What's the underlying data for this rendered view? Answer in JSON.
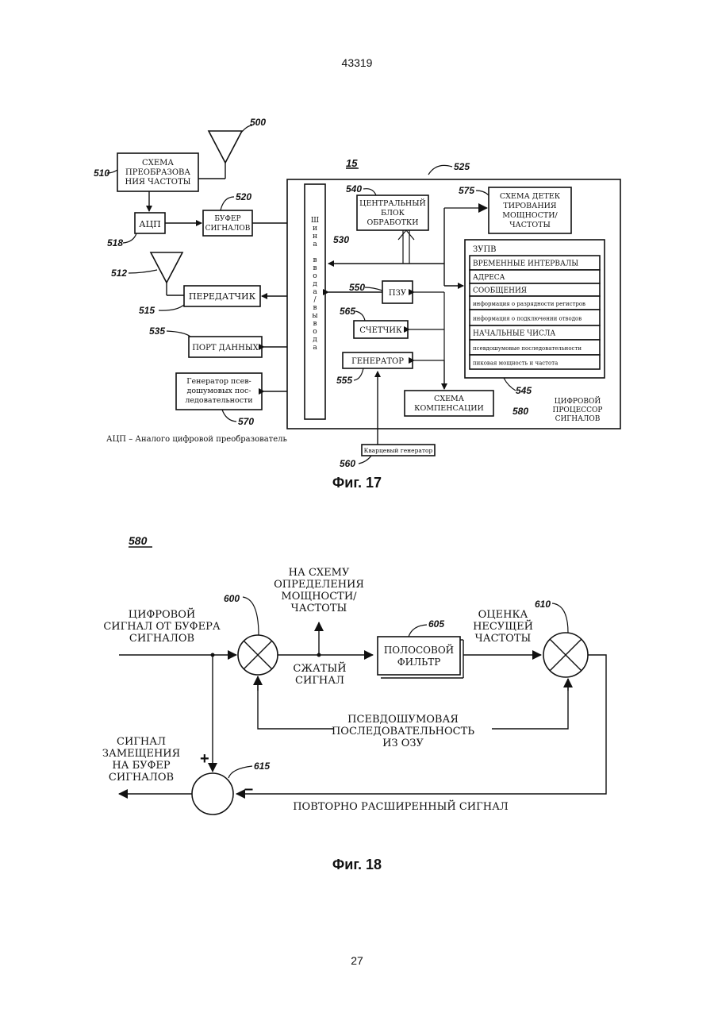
{
  "page_header": "43319",
  "page_number": "27",
  "fig17": {
    "caption": "Фиг. 17",
    "ref_15": "15",
    "ref_500": "500",
    "ref_510": "510",
    "ref_518": "518",
    "ref_520": "520",
    "ref_512": "512",
    "ref_515": "515",
    "ref_535": "535",
    "ref_570": "570",
    "ref_525": "525",
    "ref_540": "540",
    "ref_575": "575",
    "ref_530": "530",
    "ref_550": "550",
    "ref_565": "565",
    "ref_555": "555",
    "ref_545": "545",
    "ref_580": "580",
    "ref_560": "560",
    "freq_conv": [
      "СХЕМА",
      "ПРЕОБРАЗОВА",
      "НИЯ ЧАСТОТЫ"
    ],
    "adc": "АЦП",
    "buffer": [
      "БУФЕР",
      "СИГНАЛОВ"
    ],
    "transmitter": "ПЕРЕДАТЧИК",
    "data_port": "ПОРТ ДАННЫХ",
    "pn_gen": [
      "Генератор псев-",
      "дошумовых пос-",
      "ледовательности"
    ],
    "io_bus": [
      "Ш",
      "и",
      "н",
      "а",
      " ",
      "в",
      "в",
      "о",
      "д",
      "а",
      "/",
      "в",
      "ы",
      "в",
      "о",
      "д",
      "а"
    ],
    "cpu": [
      "ЦЕНТРАЛЬНЫЙ",
      "БЛОК",
      "ОБРАБОТКИ"
    ],
    "power_det": [
      "СХЕМА ДЕТЕК",
      "ТИРОВАНИЯ",
      "МОЩНОСТИ/",
      "ЧАСТОТЫ"
    ],
    "rom": "ПЗУ",
    "counter": "СЧЕТЧИК",
    "generator": "ГЕНЕРАТОР",
    "ram_title": "ЗУПВ",
    "ram_rows": [
      "ВРЕМЕННЫЕ ИНТЕРВАЛЫ",
      "АДРЕСА",
      "СООБЩЕНИЯ",
      "информация о разрядности регистров",
      "информация о подключении отводов",
      "НАЧАЛЬНЫЕ ЧИСЛА",
      "псевдошумовые последовательности",
      "пиковая мощность и частота"
    ],
    "compensation": [
      "СХЕМА",
      "КОМПЕНСАЦИИ"
    ],
    "dsp": [
      "ЦИФРОВОЙ",
      "ПРОЦЕССОР",
      "СИГНАЛОВ"
    ],
    "crystal": "Кварцевый генератор",
    "footnote": "АЦП – Аналого цифровой преобразователь"
  },
  "fig18": {
    "caption": "Фиг. 18",
    "title_ref": "580",
    "input_label": [
      "ЦИФРОВОЙ",
      "СИГНАЛ ОТ БУФЕРА",
      "СИГНАЛОВ"
    ],
    "to_power": [
      "НА СХЕМУ",
      "ОПРЕДЕЛЕНИЯ",
      "МОЩНОСТИ/",
      "ЧАСТОТЫ"
    ],
    "compressed": [
      "СЖАТЫЙ",
      "СИГНАЛ"
    ],
    "bandpass": [
      "ПОЛОСОВОЙ",
      "ФИЛЬТР"
    ],
    "carrier": [
      "ОЦЕНКА",
      "НЕСУЩЕЙ",
      "ЧАСТОТЫ"
    ],
    "pn_ram": [
      "ПСЕВДОШУМОВАЯ",
      "ПОСЛЕДОВАТЕЛЬНОСТЬ",
      "ИЗ ОЗУ"
    ],
    "replace": [
      "СИГНАЛ",
      "ЗАМЕЩЕНИЯ",
      "НА БУФЕР",
      "СИГНАЛОВ"
    ],
    "respread": "ПОВТОРНО РАСШИРЕННЫЙ СИГНАЛ",
    "ref_600": "600",
    "ref_605": "605",
    "ref_610": "610",
    "ref_615": "615",
    "plus": "+",
    "minus": "–"
  }
}
